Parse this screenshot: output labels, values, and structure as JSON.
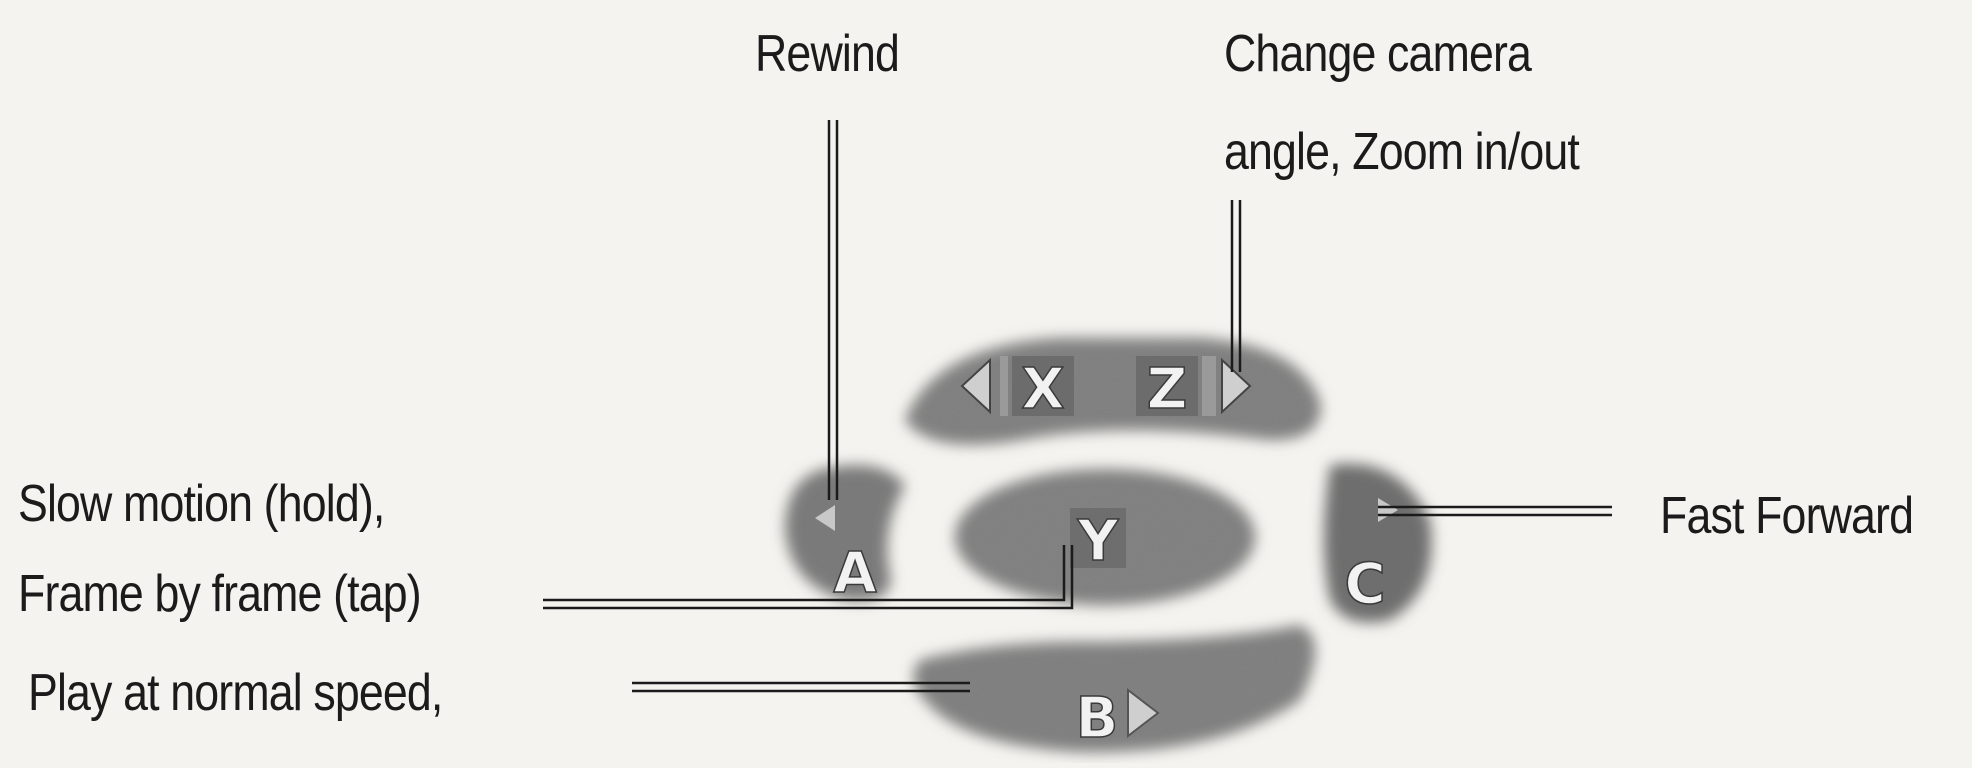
{
  "labels": {
    "rewind": "Rewind",
    "camera_line1": "Change camera",
    "camera_line2": "angle, Zoom in/out",
    "slow_line1": "Slow motion (hold),",
    "slow_line2": "Frame by frame (tap)",
    "play": "Play at normal speed,",
    "fast_forward": "Fast Forward"
  },
  "buttons": {
    "a": "A",
    "b": "B",
    "c": "C",
    "x": "X",
    "y": "Y",
    "z": "Z"
  },
  "colors": {
    "background": "#f4f3ef",
    "button_fill": "#7e7e7e",
    "button_dark": "#5e5e5e",
    "leader_line": "#1b1b1b",
    "text": "#1b1b1b"
  }
}
